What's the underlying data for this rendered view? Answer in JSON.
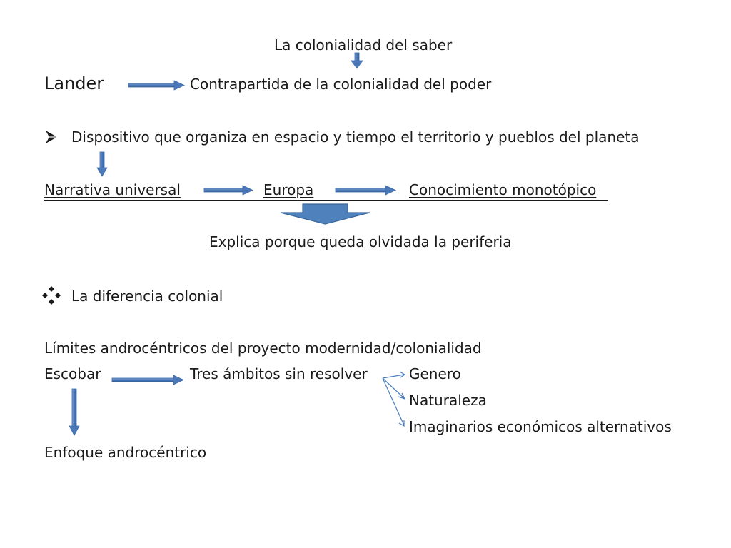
{
  "title": "La colonialidad del saber",
  "lander": {
    "name": "Lander",
    "text": "Contrapartida de la colonialidad del poder"
  },
  "bullet1": {
    "text": "Dispositivo que organiza en espacio y tiempo el territorio y pueblos del planeta"
  },
  "chain": {
    "a": "Narrativa universal",
    "b": "Europa",
    "c": "Conocimiento monotópico"
  },
  "explica": "Explica porque queda olvidada la periferia",
  "bullet2": {
    "text": "La diferencia colonial"
  },
  "limites": "Límites androcéntricos del proyecto modernidad/colonialidad",
  "escobar": {
    "name": "Escobar",
    "middle": "Tres ámbitos sin resolver",
    "items": [
      "Genero",
      "Naturaleza",
      "Imaginarios económicos alternativos"
    ]
  },
  "enfoque": "Enfoque androcéntrico",
  "colors": {
    "arrow_fill": "#4a78b8",
    "arrow_stroke": "#3d6aa8",
    "big_arrow": "#4f81bd",
    "text": "#1a1a1a"
  }
}
